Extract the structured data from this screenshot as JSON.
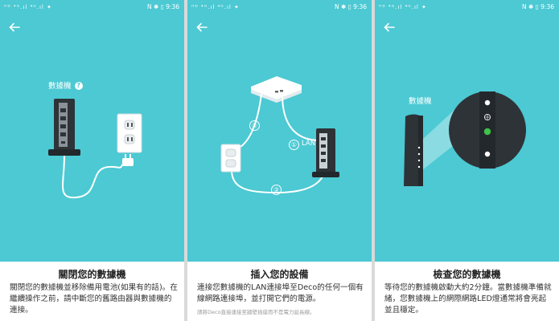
{
  "status_bar": {
    "signal": "ᴴᴰ ⁴ᴳ.ıl ⁴ᴳ.ıl ✦",
    "icons": "N ✱ ▯",
    "time": "9:36"
  },
  "panels": [
    {
      "title": "關閉您的數據機",
      "body": "關閉您的數據機並移除備用電池(如果有的話)。在繼續操作之前，請中斷您的舊路由器與數據機的連接。",
      "modem_label": "數據機",
      "help_glyph": "?"
    },
    {
      "title": "插入您的設備",
      "body": "連接您數據機的LAN連接埠至Deco的任何一個有線網路連接埠，並打開它們的電源。",
      "note": "請將Deco直接連接至牆壁插座而不是電力延長線。",
      "cable_1": "①",
      "lan_label": "LAN",
      "cable_2": "②",
      "cable_3": "③"
    },
    {
      "title": "檢查您的數據機",
      "body": "等待您的數據機啟動大約2分鐘。當數據機準備就緒，您數據機上的網際網路LED燈通常將會亮起並且穩定。",
      "modem_label": "數據機"
    }
  ],
  "colors": {
    "teal": "#4cc9d3",
    "dark_device": "#2e3338",
    "led_green": "#3ec24a"
  },
  "icons": {
    "back": "back-arrow-icon"
  }
}
